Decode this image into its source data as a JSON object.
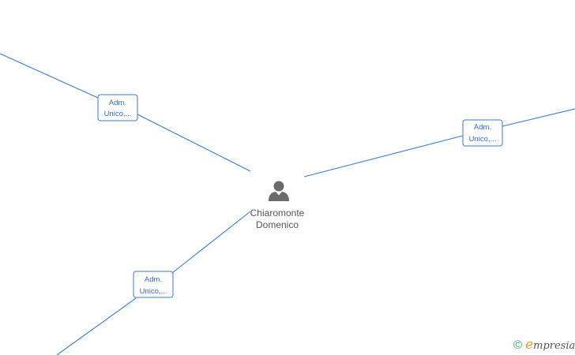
{
  "person": {
    "name_line1": "Chiaromonte",
    "name_line2": "Domenico",
    "icon": "person-icon"
  },
  "relations": [
    {
      "label_line1": "Adm.",
      "label_line2": "Unico,..."
    },
    {
      "label_line1": "Adm.",
      "label_line2": "Unico,..."
    },
    {
      "label_line1": "Adm.",
      "label_line2": "Unico,..."
    }
  ],
  "watermark": {
    "symbol": "©",
    "brand_initial": "e",
    "brand_rest": "mpresia"
  },
  "colors": {
    "edge": "#3a7bd5",
    "label_text": "#2f6fd0",
    "icon": "#6b6b6b",
    "brand_accent": "#f29a1f",
    "copyright": "#2e9c8f"
  }
}
